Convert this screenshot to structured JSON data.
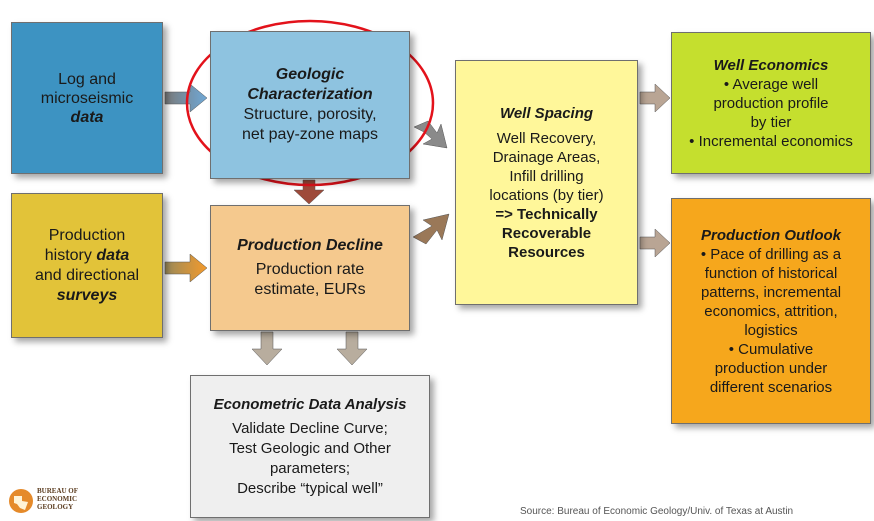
{
  "boxes": {
    "log_data": {
      "line1": "Log and",
      "line2": "microseismic",
      "line3": "data",
      "color": "#3d93c2"
    },
    "geologic": {
      "title1": "Geologic",
      "title2": "Characterization",
      "body1": "Structure, porosity,",
      "body2": "net pay-zone maps",
      "color": "#8ec3e0"
    },
    "production_history": {
      "line1": "Production",
      "line2a": "history ",
      "line2b": "data",
      "line3": "and directional",
      "line4": "surveys",
      "color": "#e2c339"
    },
    "production_decline": {
      "title": "Production Decline",
      "body1": "Production rate",
      "body2": "estimate, EURs",
      "color": "#f5c98e"
    },
    "well_spacing": {
      "title": "Well Spacing",
      "body1": "Well Recovery,",
      "body2": "Drainage Areas,",
      "body3": "Infill drilling",
      "body4": "locations (by tier)",
      "bold1": "=> Technically",
      "bold2": "Recoverable",
      "bold3": "Resources",
      "color": "#fff79a"
    },
    "well_economics": {
      "title": "Well Economics",
      "body1": "• Average well",
      "body2": "production profile",
      "body3": "by tier",
      "body4": "• Incremental economics",
      "color": "#c5df2e"
    },
    "production_outlook": {
      "title": "Production Outlook",
      "body1": "• Pace of drilling as a",
      "body2": "function of historical",
      "body3": "patterns, incremental",
      "body4": "economics, attrition,",
      "body5": "logistics",
      "body6": "• Cumulative",
      "body7": "production under",
      "body8": "different scenarios",
      "color": "#f6a71c"
    },
    "econometric": {
      "title": "Econometric Data Analysis",
      "body1": "Validate Decline Curve;",
      "body2": "Test Geologic and Other",
      "body3": "parameters;",
      "body4": "Describe “typical well”",
      "color": "#efefef"
    }
  },
  "footer": {
    "logo_line1": "BUREAU OF",
    "logo_line2": "ECONOMIC",
    "logo_line3": "GEOLOGY",
    "source": "Source: Bureau of Economic Geology/Univ. of Texas at Austin"
  },
  "highlight_color": "#e3121b"
}
